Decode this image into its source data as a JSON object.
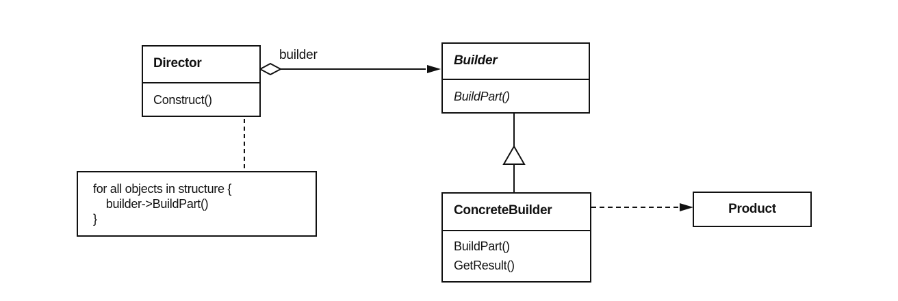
{
  "diagram": {
    "director": {
      "name": "Director",
      "operations": [
        "Construct()"
      ]
    },
    "builder": {
      "name": "Builder",
      "operations": [
        "BuildPart()"
      ]
    },
    "concrete_builder": {
      "name": "ConcreteBuilder",
      "operations": [
        "BuildPart()",
        "GetResult()"
      ]
    },
    "product": {
      "name": "Product"
    },
    "association_label": "builder",
    "note_lines": [
      "for all objects in structure {",
      "    builder->BuildPart()",
      "}"
    ]
  }
}
